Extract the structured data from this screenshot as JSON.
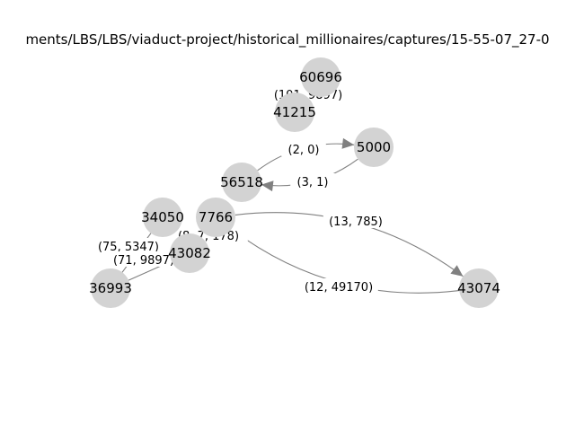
{
  "title": "ments/LBS/LBS/viaduct-project/historical_millionaires/captures/15-55-07_27-0",
  "nodes": [
    {
      "id": "n60696",
      "label": "60696"
    },
    {
      "id": "n41215",
      "label": "41215"
    },
    {
      "id": "n5000",
      "label": "5000"
    },
    {
      "id": "n56518",
      "label": "56518"
    },
    {
      "id": "n34050",
      "label": "34050"
    },
    {
      "id": "n7766",
      "label": "7766"
    },
    {
      "id": "n43082",
      "label": "43082"
    },
    {
      "id": "n36993",
      "label": "36993"
    },
    {
      "id": "n43074",
      "label": "43074"
    }
  ],
  "edges": [
    {
      "id": "e1",
      "from": "n41215",
      "to": "n60696",
      "label": "(101, 9897)",
      "directed": false
    },
    {
      "id": "e2",
      "from": "n5000",
      "to": "n56518",
      "label": "(2, 0)",
      "directed": true
    },
    {
      "id": "e3",
      "from": "n56518",
      "to": "n5000",
      "label": "(3, 1)",
      "directed": true
    },
    {
      "id": "e4",
      "from": "n43074",
      "to": "n7766",
      "label": "(13, 785)",
      "directed": true
    },
    {
      "id": "e5",
      "from": "n7766",
      "to": "n43074",
      "label": "(12, 49170)",
      "directed": true
    },
    {
      "id": "e6",
      "from": "n34050",
      "to": "n36993",
      "label": "(75, 5347)",
      "directed": false
    },
    {
      "id": "e7",
      "from": "n43082",
      "to": "n36993",
      "label": "(71, 9897)",
      "directed": false
    },
    {
      "id": "e8",
      "from": "n7766",
      "to": "n43082",
      "label": "(8, 7, 178)",
      "directed": false
    }
  ]
}
